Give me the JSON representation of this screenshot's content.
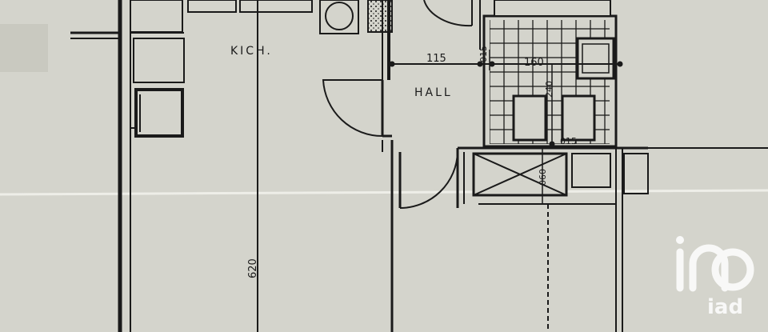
{
  "rooms": {
    "kitchen": "KICH.",
    "hall": "HALL"
  },
  "dimensions": {
    "d115": "115",
    "d015_top": "015",
    "d160": "160",
    "d240": "240",
    "d015_mid": "015",
    "d060": "060",
    "d620": "620"
  },
  "watermark": "iad",
  "colors": {
    "paper": "#d4d4cc",
    "ink": "#1a1a1a"
  }
}
